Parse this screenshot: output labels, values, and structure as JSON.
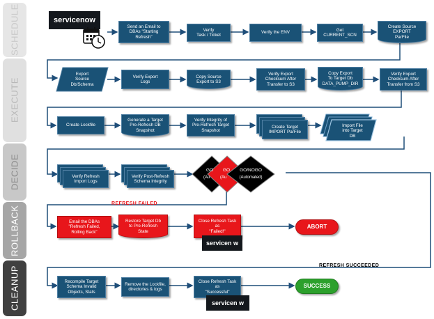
{
  "phases": [
    {
      "id": "schedule",
      "label": "SCHEDULE"
    },
    {
      "id": "execute",
      "label": "EXECUTE"
    },
    {
      "id": "decide",
      "label": "DECIDE"
    },
    {
      "id": "rollback",
      "label": "ROLLBACK"
    },
    {
      "id": "cleanup",
      "label": "CLEANUP"
    }
  ],
  "colors": {
    "phase_bg": "#d9d9d9",
    "phase_bg_dark": "#404040",
    "phase_text": "#bfbfbf",
    "process_fill": "#1a5276",
    "failure_fill": "#e8161b",
    "abort_fill": "#e8161b",
    "success_fill": "#2ca02c",
    "arrow": "#1f4e79",
    "decision_fill": "#000000"
  },
  "brand": {
    "logo_text": "servicenow",
    "logo_text_partial": "servicen w"
  },
  "schedule": {
    "send_email": "Send an Email to\nDBAs \"Starting\nRefresh\"",
    "verify_task": "Verify\nTask / Ticket",
    "verify_env": "Verify the ENV",
    "get_scn": "Get CURRENT_SCN",
    "create_parfile": "Create Source\nEXPORT\nParFile",
    "calendar_icon": "calendar-clock-icon"
  },
  "execute": {
    "export_source": "Export\nSource\nDb/Schema",
    "verify_export_logs": "Verify Export\nLogs",
    "copy_to_s3": "Copy Source\nExport to S3",
    "verify_checksum_to": "Verify Export\nChecksum After\nTransfer to S3",
    "copy_to_target": "Copy Export\nTo Target Db\nDATA_PUMP_DIR",
    "verify_checksum_from": "Verify Export\nChecksum After\nTransfer from S3"
  },
  "execute2": {
    "create_lockfile": "Create Lockfile",
    "generate_snapshot": "Generate a Target\nPre-Refresh DB\nSnapshot",
    "verify_integrity": "Verify Integrity of\nPre-Refresh Target\nSnapshot",
    "create_import_parfile": "Create Target\nIMPORT ParFile",
    "import_file": "Import File\ninto Target\nDB"
  },
  "decide": {
    "verify_import_logs": "Verify Refresh\nImport Logs",
    "verify_post_refresh": "Verify Post-Refresh\nSchema Integrity",
    "decision_back1": "GO",
    "decision_back1_sub": "(Au",
    "decision_back2": "GO",
    "decision_back2_sub": "(Au",
    "decision_main": "GO/NOGO",
    "decision_main_sub": "(Automated)"
  },
  "rollback": {
    "refresh_failed": "REFRESH FAILED",
    "email_failed": "Email the DBAs\n\"Refresh Failed,\nRolling Back\"",
    "restore_snapshot": "Restore Target Db\nto Pre-Refresh\nState",
    "close_failed": "Close Refresh Task\nas\n\"Failed!\"",
    "abort": "ABORT"
  },
  "cleanup": {
    "refresh_succeeded": "REFRESH SUCCEEDED",
    "recompile": "Recompile Target\nSchema Invalid\nObjects, Stats",
    "remove_lockfile": "Remove the Lockfile,\ndirectories & logs",
    "close_success": "Close Refresh Task\nas\n\"Successful\"",
    "success": "SUCCESS"
  }
}
